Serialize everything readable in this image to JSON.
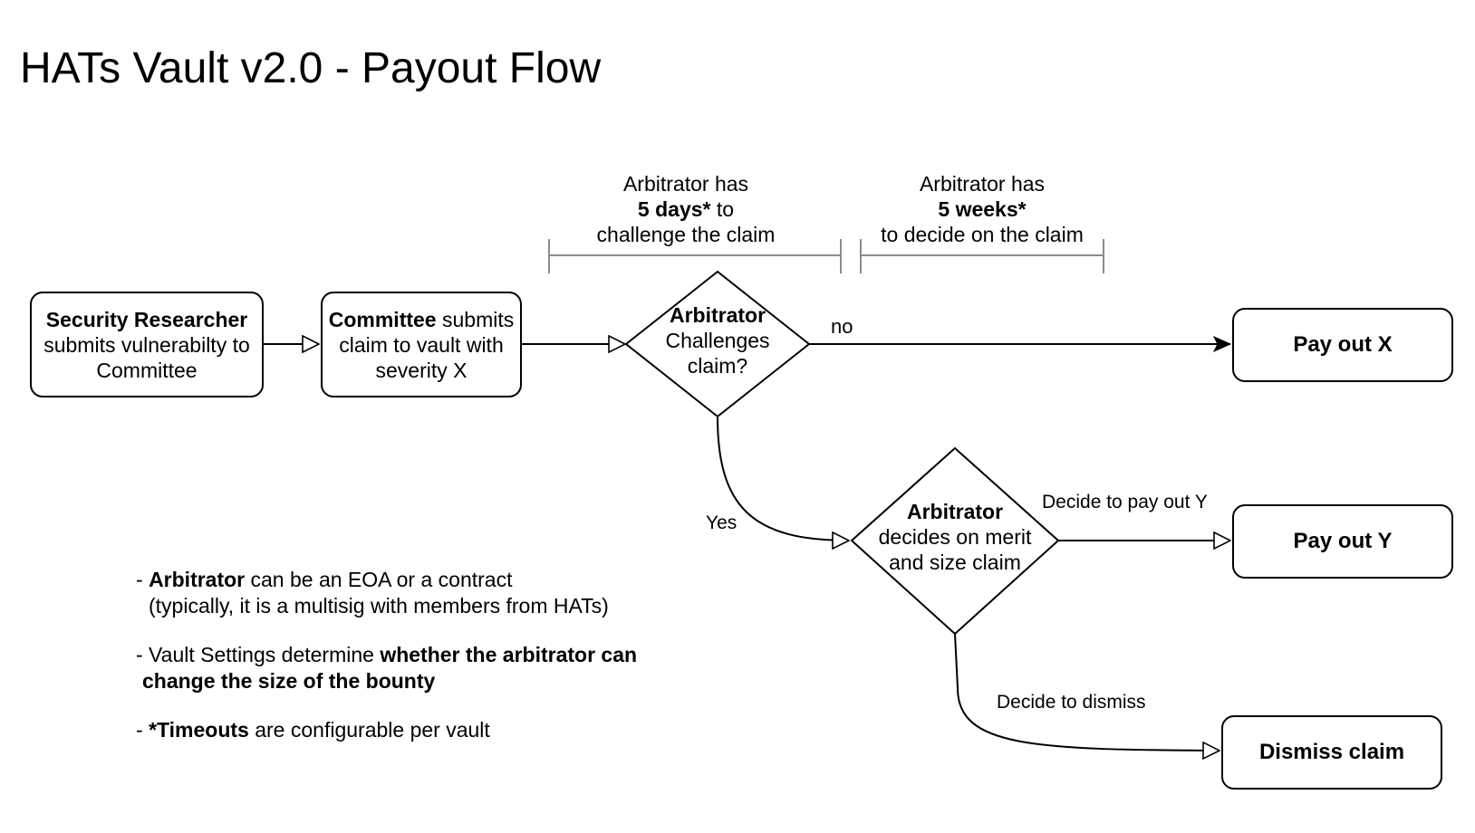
{
  "title": "HATs Vault v2.0 - Payout Flow",
  "nodes": {
    "researcher": {
      "bold": "Security Researcher",
      "rest": " submits vulnerabilty to Committee"
    },
    "committee": {
      "bold": "Committee",
      "rest": " submits claim to vault with severity X"
    },
    "challenge": {
      "bold": "Arbitrator",
      "line2": "Challenges",
      "line3": "claim?"
    },
    "decide": {
      "bold": "Arbitrator",
      "line2": "decides on merit",
      "line3": "and size claim"
    },
    "payout_x": "Pay out X",
    "payout_y": "Pay out Y",
    "dismiss": "Dismiss claim"
  },
  "edge_labels": {
    "no": "no",
    "yes": "Yes",
    "pay_y": "Decide to pay out Y",
    "dismiss": "Decide to dismiss"
  },
  "annotations": {
    "challenge_window": {
      "line1": "Arbitrator has",
      "bold": "5 days*",
      "after_bold": " to",
      "line3": "challenge the claim"
    },
    "decide_window": {
      "line1": "Arbitrator has",
      "bold": "5 weeks*",
      "line3": "to decide on the claim"
    }
  },
  "notes": [
    {
      "prefix": "- ",
      "bold": "Arbitrator",
      "rest": " can be an EOA or a contract",
      "line2": "(typically, it is a multisig with members from HATs)"
    },
    {
      "prefix": "- Vault Settings determine ",
      "bold": "whether the arbitrator can",
      "bold2": "change the size of the bounty"
    },
    {
      "prefix": "- ",
      "bold": "*Timeouts",
      "rest": " are configurable per vault"
    }
  ],
  "colors": {
    "stroke": "#000000",
    "bracket": "#8c8c8c",
    "background": "#ffffff"
  }
}
